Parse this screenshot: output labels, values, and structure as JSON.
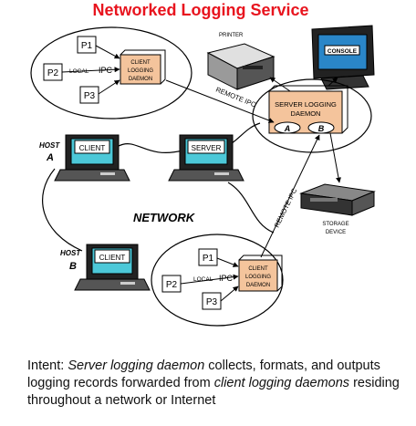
{
  "title": "Networked Logging Service",
  "labels": {
    "printer": "PRINTER",
    "console": "CONSOLE",
    "remote_ipc_top": "REMOTE IPC",
    "remote_ipc_side": "REMOTE IPC",
    "server_daemon_line1": "SERVER LOGGING",
    "server_daemon_line2": "DAEMON",
    "port_a": "A",
    "port_b": "B",
    "host_a_line1": "HOST",
    "host_a_line2": "A",
    "host_b_line1": "HOST",
    "host_b_line2": "B",
    "client_a": "CLIENT",
    "client_b": "CLIENT",
    "server": "SERVER",
    "network": "NETWORK",
    "storage_line1": "STORAGE",
    "storage_line2": "DEVICE"
  },
  "host_a_group": {
    "p1": "P1",
    "p2": "P2",
    "p3": "P3",
    "local_ipc_small": "LOCAL",
    "local_ipc_big": "IPC",
    "daemon_line1": "CLIENT",
    "daemon_line2": "LOGGING",
    "daemon_line3": "DAEMON"
  },
  "host_b_group": {
    "p1": "P1",
    "p2": "P2",
    "p3": "P3",
    "local_ipc_small": "LOCAL",
    "local_ipc_big": "IPC",
    "daemon_line1": "CLIENT",
    "daemon_line2": "LOGGING",
    "daemon_line3": "DAEMON"
  },
  "intent": {
    "lead": "Intent: ",
    "em1": "Server logging daemon",
    "mid1": " collects, formats, and outputs logging records forwarded from ",
    "em2": "client logging daemons",
    "tail": " residing throughout a network or Internet"
  },
  "colors": {
    "title": "#e8141e",
    "daemon_fill": "#f4c49c",
    "monitor_fill": "#4cc8d8",
    "console_fill": "#2a86c8"
  }
}
